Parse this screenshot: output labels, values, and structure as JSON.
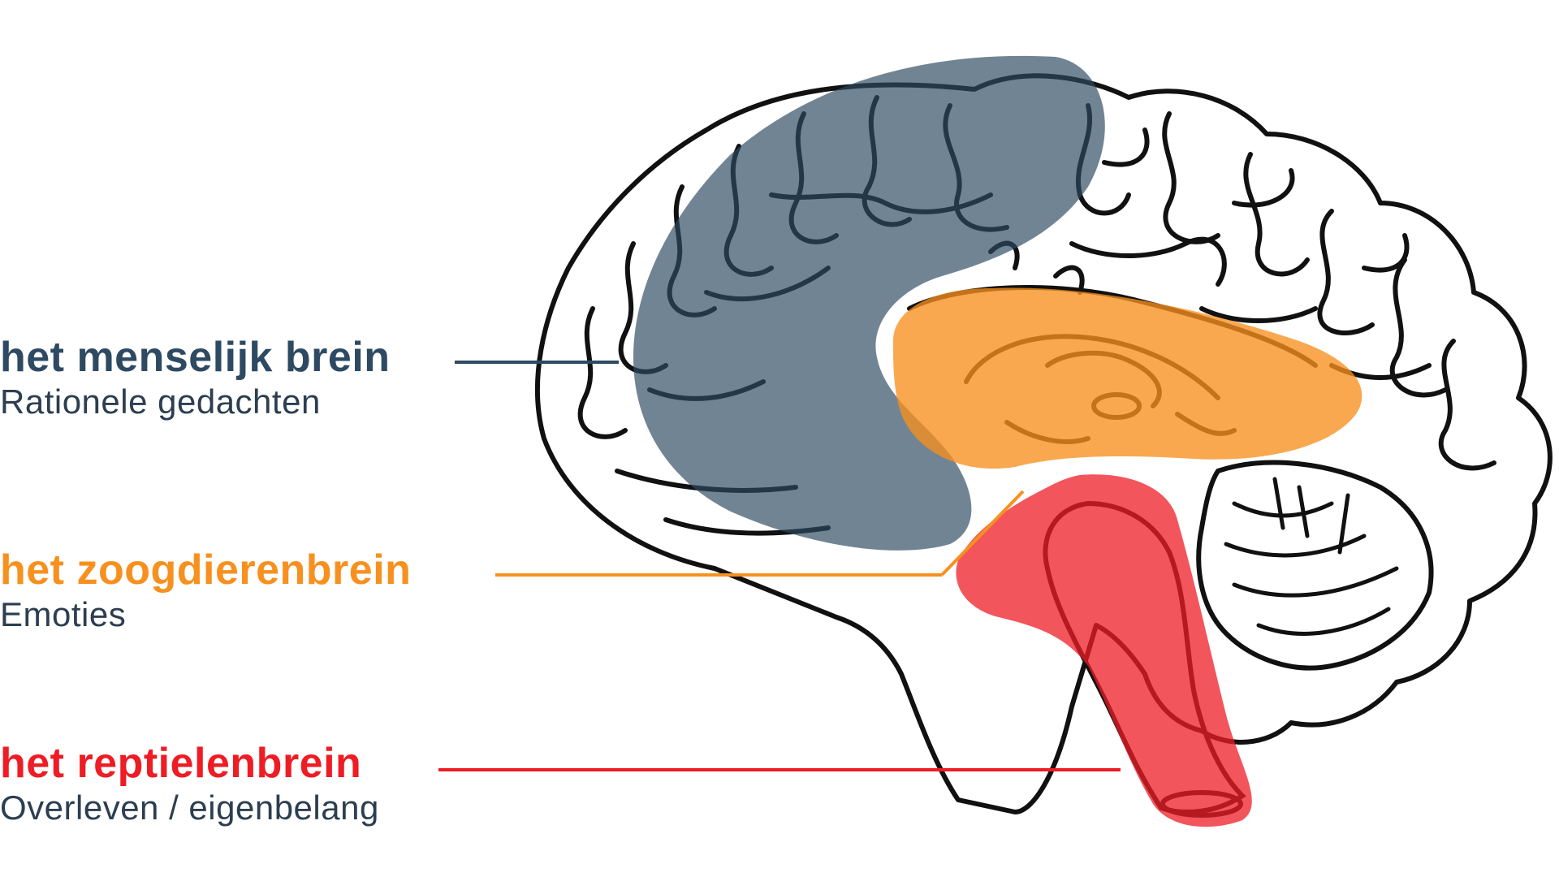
{
  "colors": {
    "human": "#2e4a62",
    "mammal": "#f7901e",
    "reptile": "#ee1c24",
    "outline": "#111111",
    "subtext": "#2c3e50"
  },
  "labels": {
    "human": {
      "title": "het menselijk brein",
      "subtitle": "Rationele gedachten"
    },
    "mammal": {
      "title": "het zoogdierenbrein",
      "subtitle": "Emoties"
    },
    "reptile": {
      "title": "het reptielenbrein",
      "subtitle": "Overleven / eigenbelang"
    }
  }
}
